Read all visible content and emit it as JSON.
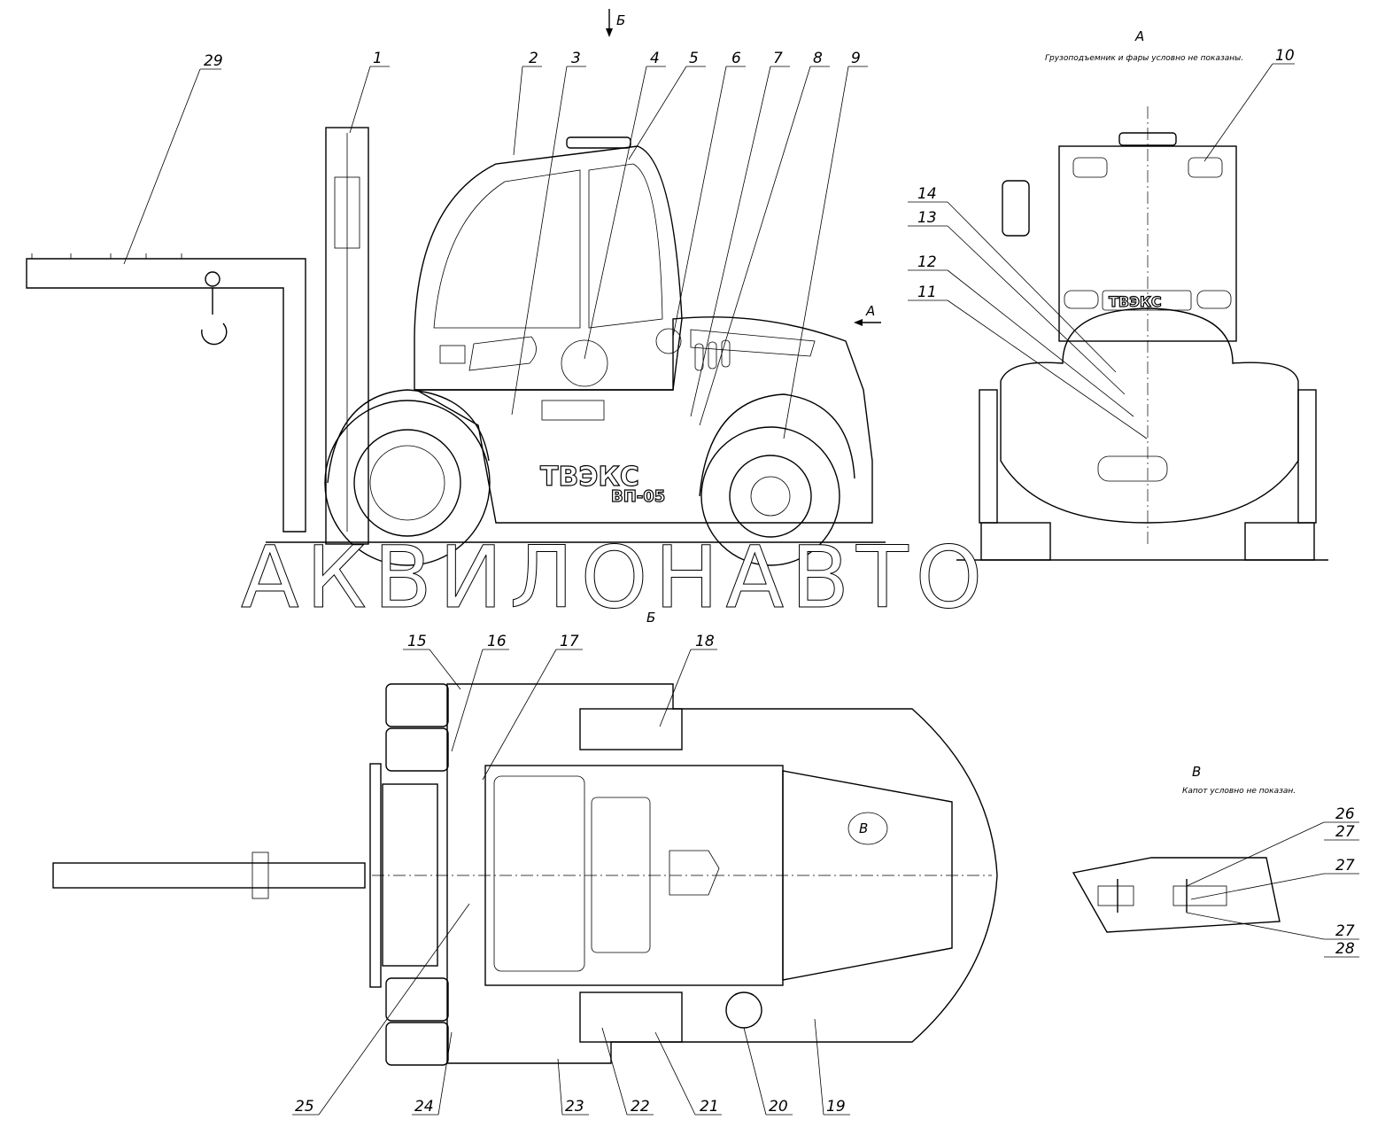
{
  "view_labels": {
    "section_b_top": "Б",
    "view_a_arrow": "А",
    "view_a_title": "А",
    "view_a_note": "Грузоподъемник и фары условно не показаны.",
    "section_b_title": "Б",
    "view_v_title": "В",
    "view_v_note": "Капот условно не показан.",
    "view_v_marker": "В"
  },
  "branding": {
    "name": "ТВЭКС",
    "model": "ВП-05",
    "watermark": "АКВИЛОНАВТО"
  },
  "callouts": [
    "1",
    "2",
    "3",
    "4",
    "5",
    "6",
    "7",
    "8",
    "9",
    "10",
    "11",
    "12",
    "13",
    "14",
    "15",
    "16",
    "17",
    "18",
    "19",
    "20",
    "21",
    "22",
    "23",
    "24",
    "25",
    "26",
    "27",
    "28",
    "29"
  ]
}
